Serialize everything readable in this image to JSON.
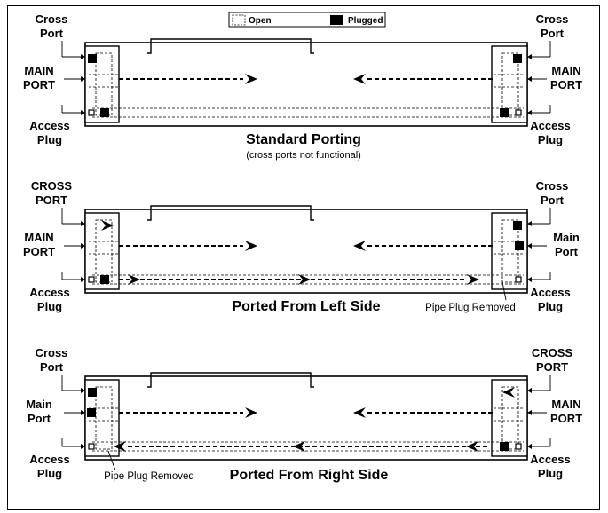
{
  "legend": {
    "open": "Open",
    "plugged": "Plugged"
  },
  "panels": [
    {
      "caption": "Standard Porting",
      "subcaption": "(cross ports not functional)",
      "left": {
        "cross": [
          "Cross",
          "Port"
        ],
        "main": [
          "MAIN",
          "PORT"
        ],
        "access": [
          "Access",
          "Plug"
        ]
      },
      "right": {
        "cross": [
          "Cross",
          "Port"
        ],
        "main": [
          "MAIN",
          "PORT"
        ],
        "access": [
          "Access",
          "Plug"
        ]
      },
      "note": ""
    },
    {
      "caption": "Ported From Left Side",
      "subcaption": "",
      "left": {
        "cross": [
          "CROSS",
          "PORT"
        ],
        "main": [
          "MAIN",
          "PORT"
        ],
        "access": [
          "Access",
          "Plug"
        ]
      },
      "right": {
        "cross": [
          "Cross",
          "Port"
        ],
        "main": [
          "Main",
          "Port"
        ],
        "access": [
          "Access",
          "Plug"
        ]
      },
      "note": "Pipe Plug Removed"
    },
    {
      "caption": "Ported From Right Side",
      "subcaption": "",
      "left": {
        "cross": [
          "Cross",
          "Port"
        ],
        "main": [
          "Main",
          "Port"
        ],
        "access": [
          "Access",
          "Plug"
        ]
      },
      "right": {
        "cross": [
          "CROSS",
          "PORT"
        ],
        "main": [
          "MAIN",
          "PORT"
        ],
        "access": [
          "Access",
          "Plug"
        ]
      },
      "note": "Pipe Plug Removed"
    }
  ]
}
